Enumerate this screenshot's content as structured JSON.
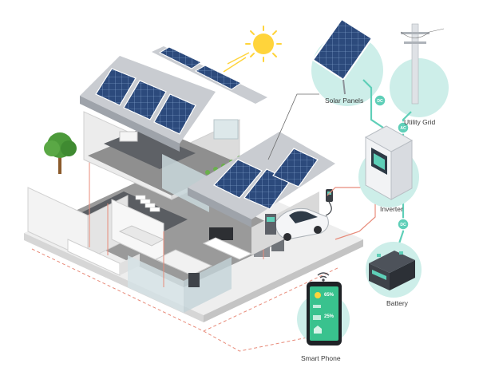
{
  "components": {
    "solar_panels": "Solar Panels",
    "utility_grid": "Utility Grid",
    "inverter": "Inverter",
    "battery": "Battery",
    "smart_phone": "Smart Phone"
  },
  "connector_badges": [
    "DC",
    "AC",
    "DC"
  ],
  "phone_screen": {
    "reading_1": "65%",
    "reading_2": "25%"
  },
  "colors": {
    "flow_teal": "#5fcfb8",
    "circle_teal": "#cdeee9",
    "wire_red": "#e88b7a",
    "panel_blue": "#2c4a7c",
    "roof_gray": "#c9ccd1",
    "sun": "#ffd43b",
    "phone_green": "#39c28e"
  },
  "icons": [
    "sun-icon",
    "solar-panel-icon",
    "utility-pole-icon",
    "inverter-icon",
    "battery-icon",
    "smartphone-icon",
    "wifi-icon",
    "electric-car-icon",
    "ev-charger-icon",
    "tree-icon"
  ]
}
